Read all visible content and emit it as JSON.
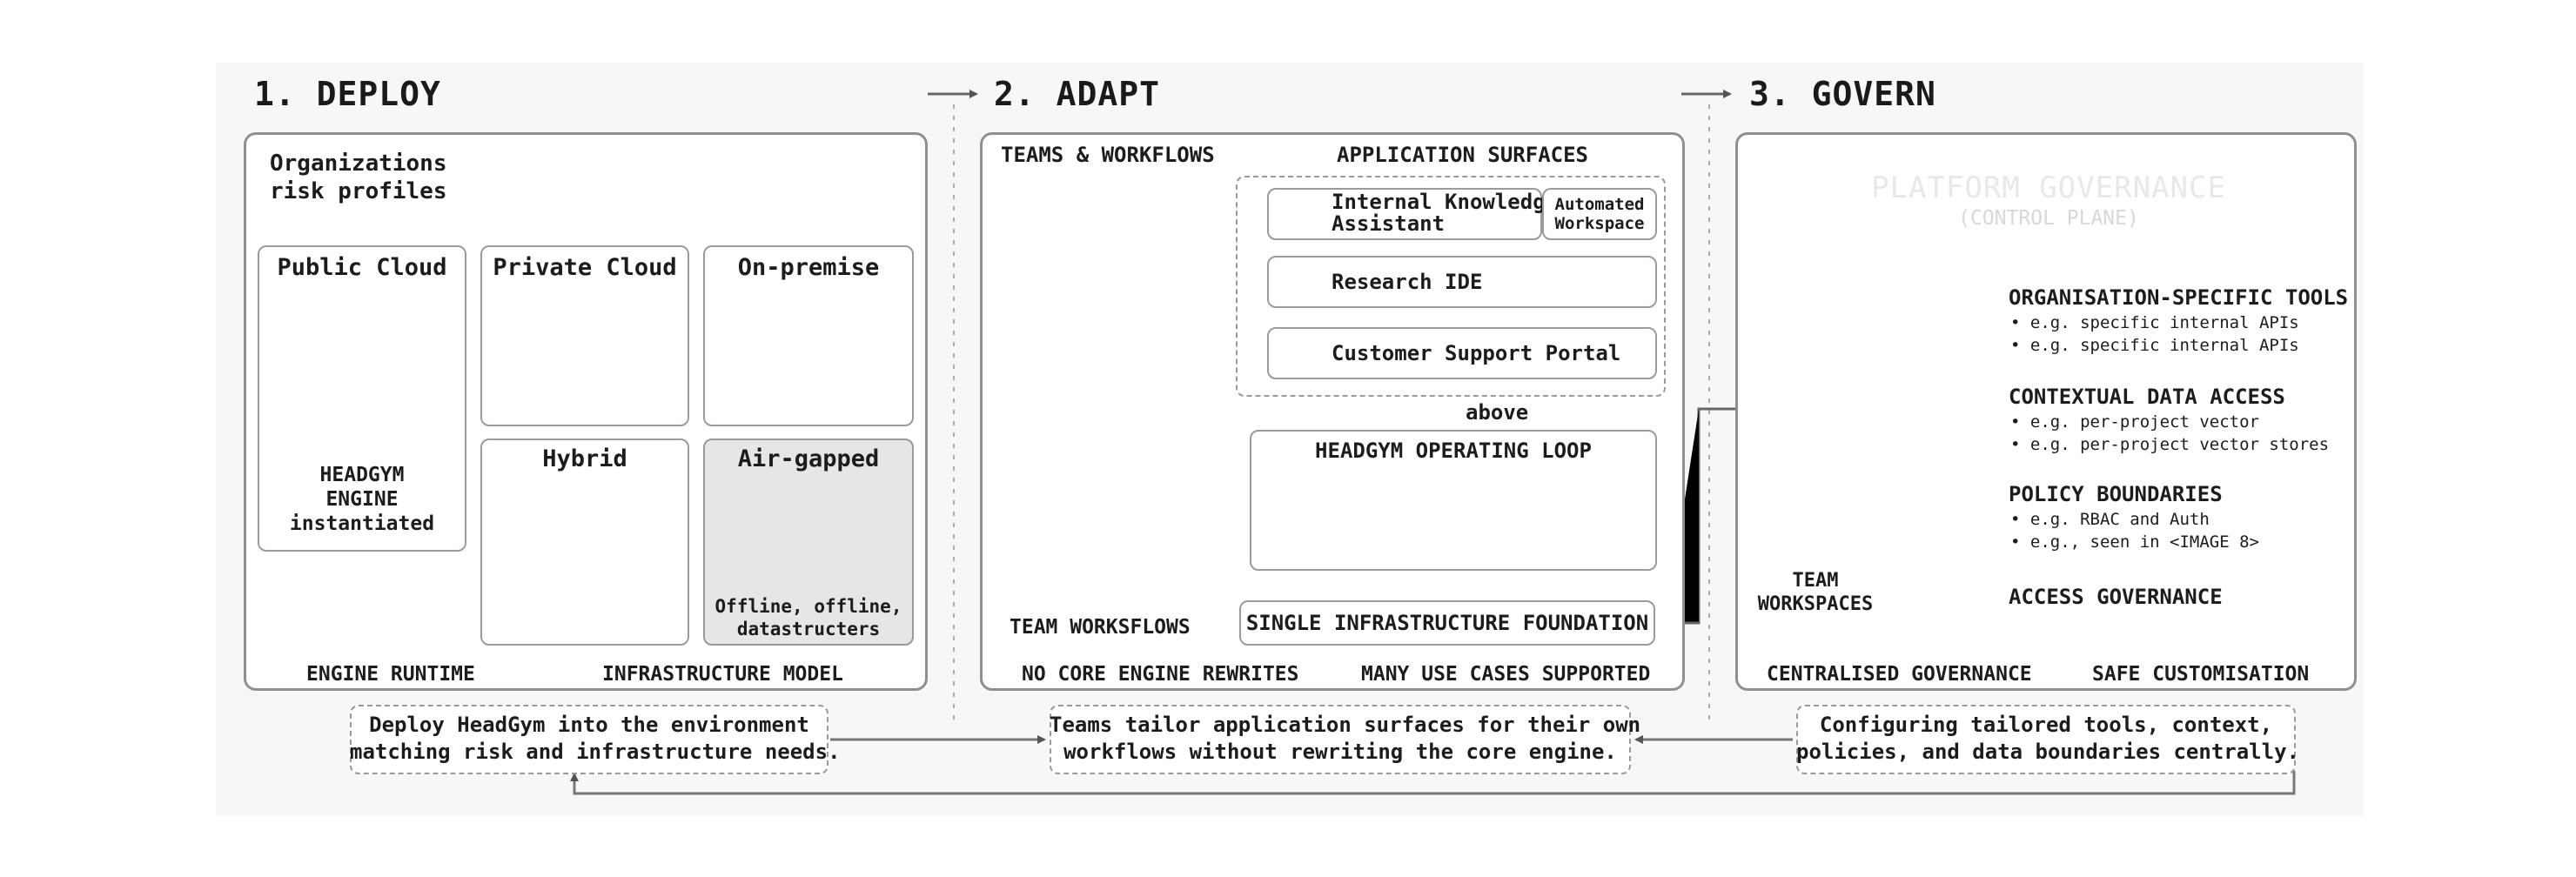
{
  "steps": {
    "deploy": "1. DEPLOY",
    "adapt": "2. ADAPT",
    "govern": "3. GOVERN"
  },
  "deploy": {
    "risk_label": "Organizations\nrisk profiles",
    "public_cloud": "Public Cloud",
    "private_cloud": "Private Cloud",
    "on_premise": "On-premise",
    "hybrid": "Hybrid",
    "air_gapped": "Air-gapped",
    "air_gapped_note": "Offline, offline,\ndatastructers",
    "engine_note": "HEADGYM\nENGINE\ninstantiated",
    "footer_left": "ENGINE RUNTIME",
    "footer_right": "INFRASTRUCTURE MODEL",
    "caption": "Deploy HeadGym into the environment\nmatching risk and infrastructure needs."
  },
  "adapt": {
    "teams_label": "TEAMS & WORKFLOWS",
    "surfaces_label": "APPLICATION SURFACES",
    "surface_knowledge": "Internal Knowledge\nAssistant",
    "surface_automated": "Automated\nWorkspace",
    "surface_ide": "Research IDE",
    "surface_support": "Customer Support Portal",
    "above": "above",
    "loop_title": "HEADGYM OPERATING LOOP",
    "foundation": "SINGLE INFRASTRUCTURE FOUNDATION",
    "team_worksflows": "TEAM WORKSFLOWS",
    "footer_left": "NO CORE ENGINE REWRITES",
    "footer_right": "MANY USE CASES SUPPORTED",
    "caption": "Teams tailor application surfaces for their own\nworkflows without rewriting the core engine."
  },
  "govern": {
    "gov_title": "PLATFORM GOVERNANCE",
    "gov_sub": "(CONTROL PLANE)",
    "tools_title": "ORGANISATION-SPECIFIC TOOLS",
    "tools_b1": "• e.g. specific internal APIs",
    "tools_b2": "• e.g. specific internal APIs",
    "data_title": "CONTEXTUAL DATA ACCESS",
    "data_b1": "• e.g. per-project vector",
    "data_b2": "• e.g. per-project vector stores",
    "policy_title": "POLICY BOUNDARIES",
    "policy_b1": "• e.g. RBAC and Auth",
    "policy_b2": "• e.g., seen in <IMAGE 8>",
    "access_title": "ACCESS GOVERNANCE",
    "team_ws": "TEAM\nWORKSPACES",
    "footer_left": "CENTRALISED GOVERNANCE",
    "footer_right": "SAFE CUSTOMISATION",
    "caption": "Configuring tailored tools, context,\npolicies, and data boundaries centrally."
  },
  "icons": [
    "person-icon",
    "document-icon",
    "warning-icon",
    "server-icon",
    "cloud-icon",
    "lock-icon",
    "building-icon",
    "engine-cube-icon",
    "terminal-icon",
    "gear-icon",
    "wrench-icon",
    "database-icon",
    "shield-check-icon",
    "padlock-icon",
    "browser-window-icon"
  ],
  "colors": {
    "background": "#f7f7f7",
    "panel_border": "#8f8f8f",
    "governance_bar": "#3a3a3a",
    "air_gapped_fill": "#e6e6e6",
    "text": "#1c1c1c"
  }
}
